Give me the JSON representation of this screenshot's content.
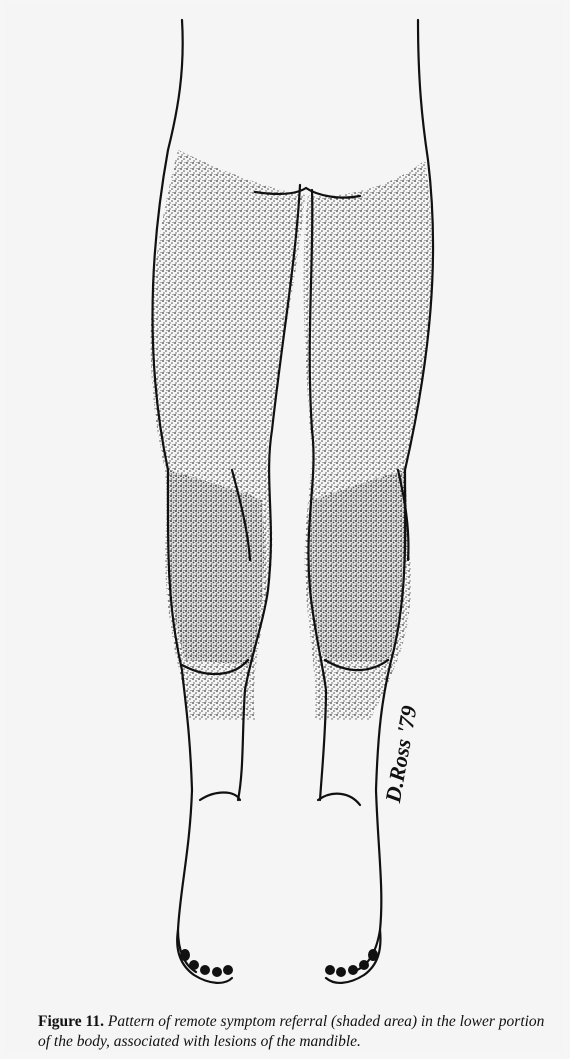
{
  "figure": {
    "illustration": "legs-symptom-referral-drawing",
    "signature": "D.Ross '79",
    "caption_label": "Figure 11.",
    "caption_text": "Pattern of remote symptom referral (shaded area) in the lower portion of the body, associated with lesions of the mandible."
  }
}
